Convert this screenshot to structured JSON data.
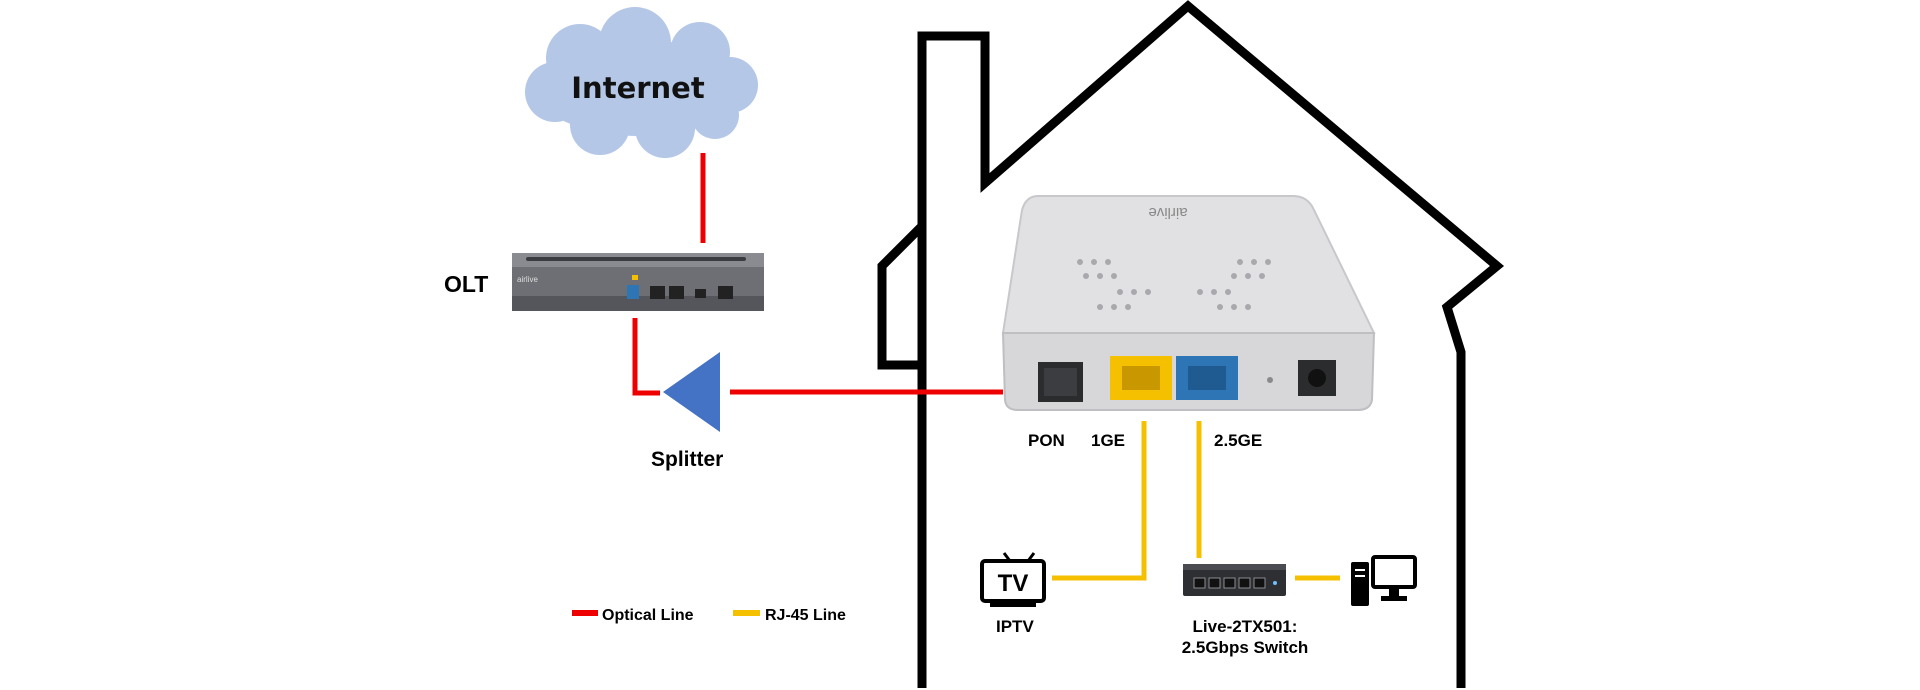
{
  "cloud": {
    "label": "Internet"
  },
  "olt": {
    "label": "OLT",
    "brand": "airlive"
  },
  "splitter": {
    "label": "Splitter"
  },
  "ont": {
    "brand": "airlive",
    "ports": {
      "pon": "PON",
      "ge1": "1GE",
      "ge25": "2.5GE"
    }
  },
  "devices": {
    "tv": {
      "icon_text": "TV",
      "label": "IPTV"
    },
    "switch": {
      "label_line1": "Live-2TX501:",
      "label_line2": "2.5Gbps Switch"
    }
  },
  "legend": {
    "optical": {
      "label": "Optical Line",
      "color": "#ee0000"
    },
    "rj45": {
      "label": "RJ-45 Line",
      "color": "#f5c000"
    }
  },
  "colors": {
    "cloud": "#b4c7e7",
    "splitter": "#4472c4",
    "house_outline": "#000000",
    "port_yellow": "#f5c000",
    "port_blue": "#2e75b6"
  }
}
